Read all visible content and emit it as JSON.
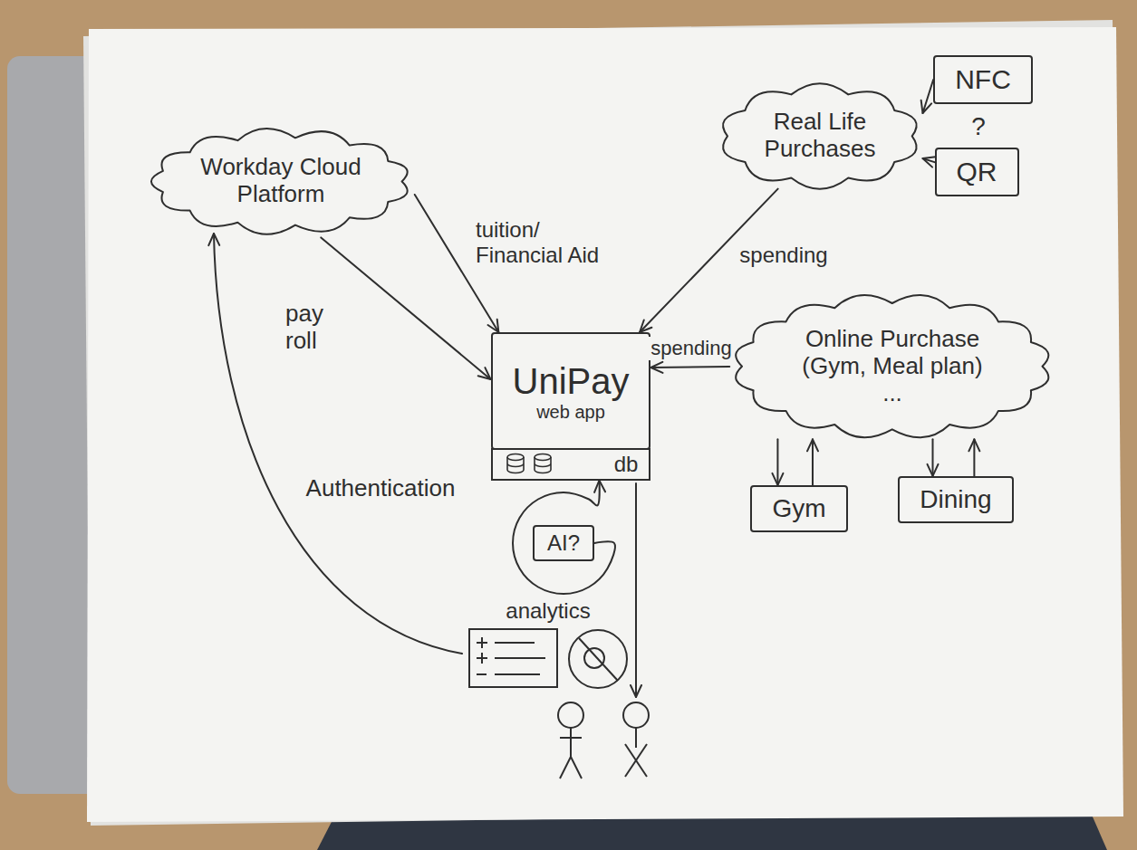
{
  "diagram": {
    "nodes": [
      {
        "text": [
          "Workday Cloud Platform"
        ]
      },
      {
        "text": [
          "Real Life Purchases"
        ]
      },
      {
        "text": [
          "NFC"
        ]
      },
      {
        "text": [
          "QR"
        ]
      },
      {
        "text": [
          "UniPay",
          "web app"
        ]
      },
      {
        "text": [
          "Online Purchase (Gym, Meal plan)",
          "..."
        ]
      },
      {
        "text": [
          "db"
        ]
      },
      {
        "text": [
          "Gym"
        ]
      },
      {
        "text": [
          "Dining"
        ]
      },
      {
        "text": [
          "AI?"
        ]
      }
    ],
    "edges": [
      {
        "from": 0,
        "to": 4,
        "label": "pay roll",
        "arrow": "to"
      },
      {
        "from": 0,
        "to": 4,
        "label": "tuition/ Financial Aid",
        "arrow": "to"
      },
      {
        "from": 1,
        "to": 4,
        "label": "spending",
        "arrow": "to"
      },
      {
        "from": 5,
        "to": 4,
        "label": "spending",
        "arrow": "to"
      },
      {
        "from": 2,
        "to": 1,
        "arrow": "to"
      },
      {
        "from": 3,
        "to": 1,
        "arrow": "to"
      },
      {
        "from": 5,
        "to": 7,
        "arrow": "to"
      },
      {
        "from": 7,
        "to": 5,
        "arrow": "to"
      },
      {
        "from": 5,
        "to": 8,
        "arrow": "to"
      },
      {
        "from": 8,
        "to": 5,
        "arrow": "to"
      },
      {
        "from": 9,
        "to": 6,
        "arrow": "to"
      }
    ],
    "labels": [
      "?",
      "Authentication",
      "analytics"
    ]
  }
}
